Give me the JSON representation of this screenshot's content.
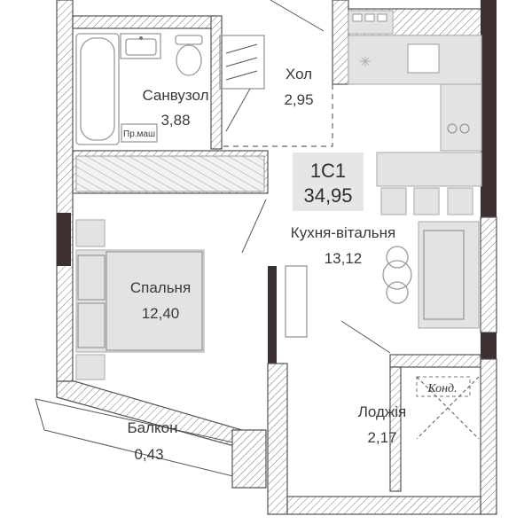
{
  "apartment": {
    "code": "1С1",
    "total_area": "34,95"
  },
  "rooms": {
    "bathroom": {
      "name": "Санвузол",
      "area": "3,88",
      "washer_label": "Пр.маш"
    },
    "hall": {
      "name": "Хол",
      "area": "2,95"
    },
    "kitchen_living": {
      "name": "Кухня-вітальня",
      "area": "13,12"
    },
    "bedroom": {
      "name": "Спальня",
      "area": "12,40"
    },
    "balcony": {
      "name": "Балкон",
      "area": "0,43"
    },
    "loggia": {
      "name": "Лоджія",
      "area": "2,17",
      "ac_label": "Конд."
    }
  },
  "colors": {
    "wall_dark": "#3b2f2f",
    "furniture_fill": "#e3e3e3",
    "badge_fill": "#e6e6e6",
    "text": "#3a3a3a"
  }
}
